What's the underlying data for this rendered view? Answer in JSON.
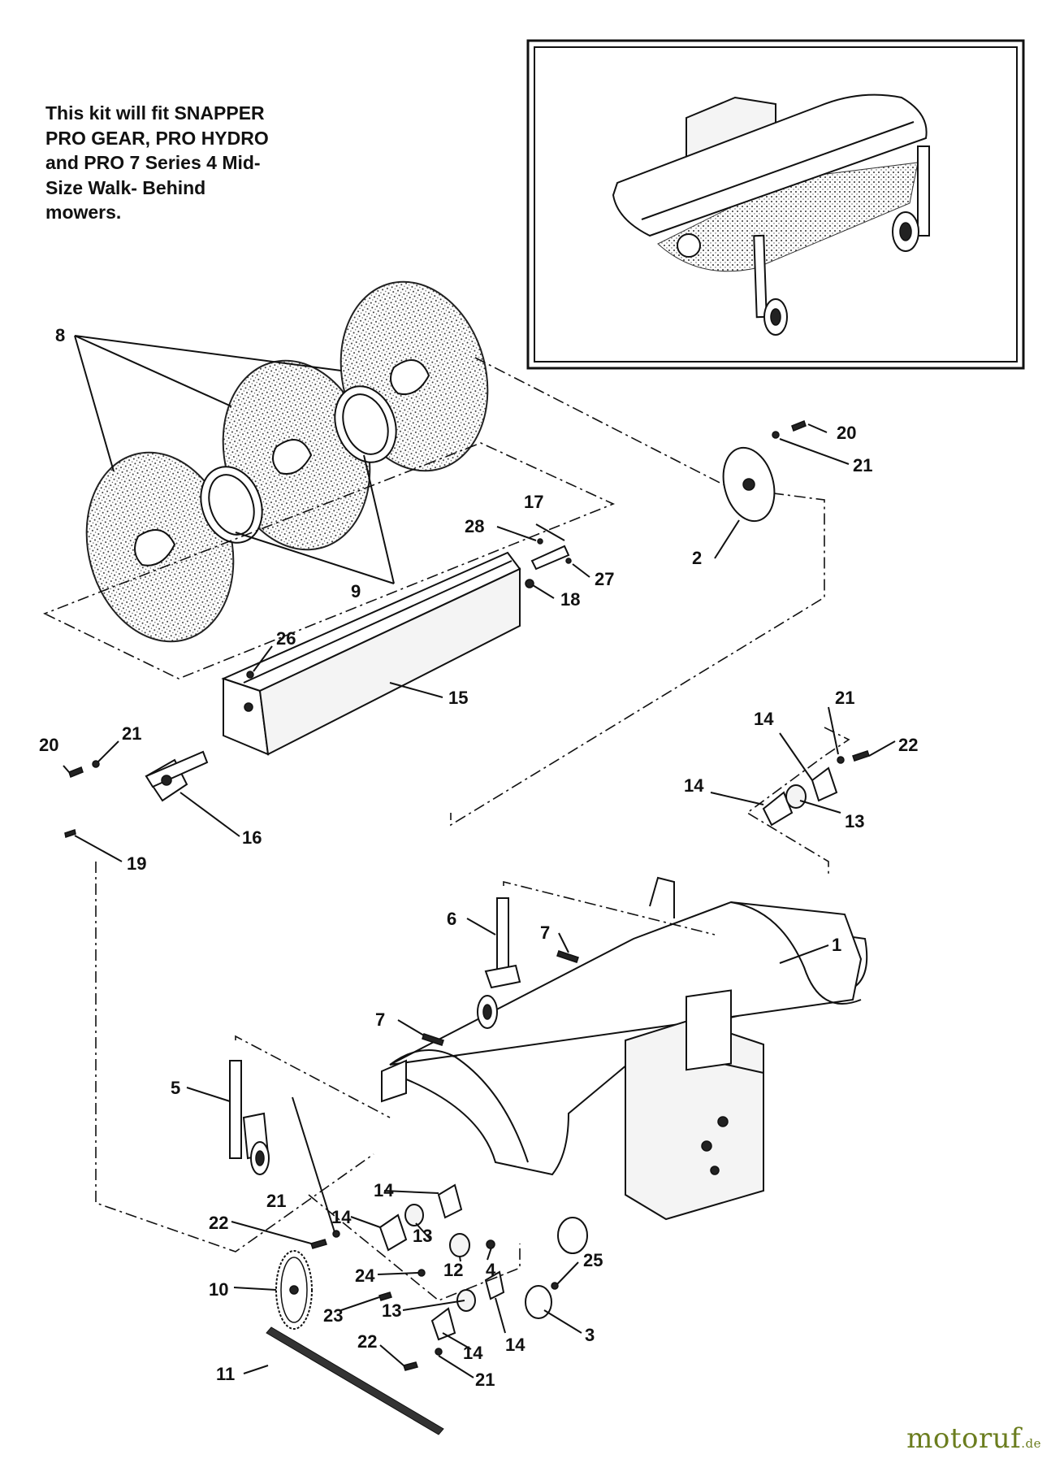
{
  "note_lines": [
    "This kit will fit SNAPPER",
    "PRO GEAR, PRO HYDRO",
    "and PRO 7 Series 4 Mid-",
    "Size Walk- Behind",
    "mowers."
  ],
  "callouts": [
    "8",
    "20",
    "21",
    "17",
    "28",
    "27",
    "18",
    "2",
    "9",
    "26",
    "15",
    "21",
    "14",
    "22",
    "20",
    "21",
    "14",
    "13",
    "16",
    "19",
    "1",
    "6",
    "7",
    "7",
    "5",
    "14",
    "21",
    "14",
    "22",
    "13",
    "4",
    "12",
    "24",
    "10",
    "13",
    "23",
    "25",
    "3",
    "22",
    "14",
    "14",
    "11",
    "21"
  ],
  "watermark": {
    "brand": "motoruf",
    "tld": ".de"
  }
}
